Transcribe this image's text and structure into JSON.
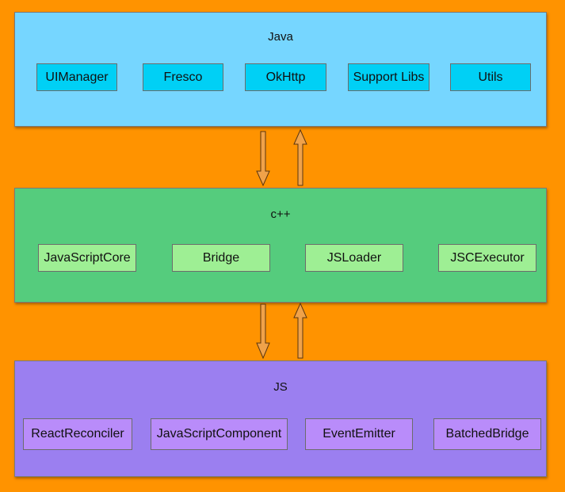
{
  "layers": {
    "java": {
      "title": "Java",
      "items": [
        "UIManager",
        "Fresco",
        "OkHttp",
        "Support Libs",
        "Utils"
      ]
    },
    "cpp": {
      "title": "c++",
      "items": [
        "JavaScriptCore",
        "Bridge",
        "JSLoader",
        "JSCExecutor"
      ]
    },
    "js": {
      "title": "JS",
      "items": [
        "ReactReconciler",
        "JavaScriptComponent",
        "EventEmitter",
        "BatchedBridge"
      ]
    }
  },
  "colors": {
    "background": "#ff9300",
    "java_layer": "#76d6ff",
    "java_box": "#00d0f5",
    "cpp_layer": "#55cc7d",
    "cpp_box": "#9eef94",
    "js_layer": "#9b7ff0",
    "js_box": "#b98cfa",
    "arrow_fill": "#f0a24a"
  },
  "arrows": [
    {
      "from": "java",
      "to": "cpp",
      "direction": "down"
    },
    {
      "from": "cpp",
      "to": "java",
      "direction": "up"
    },
    {
      "from": "cpp",
      "to": "js",
      "direction": "down"
    },
    {
      "from": "js",
      "to": "cpp",
      "direction": "up"
    }
  ]
}
